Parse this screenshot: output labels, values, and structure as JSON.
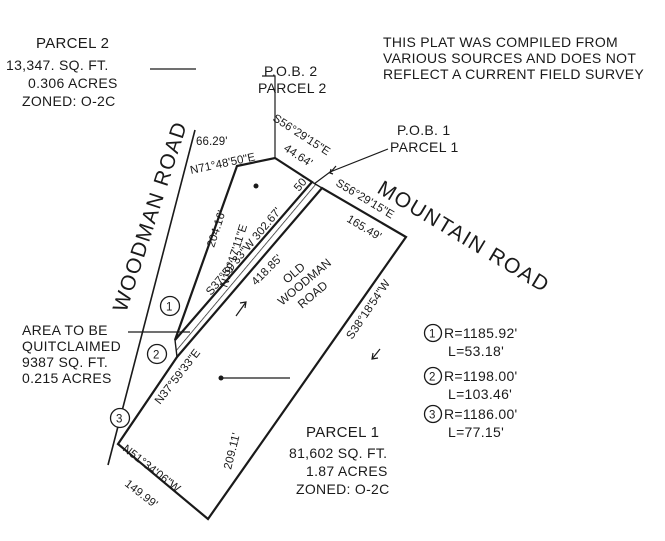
{
  "note": [
    "THIS PLAT WAS COMPILED FROM",
    "VARIOUS SOURCES AND DOES NOT",
    "REFLECT A CURRENT FIELD SURVEY"
  ],
  "parcel2": {
    "title": "PARCEL 2",
    "area": "13,347. SQ. FT.",
    "acres": "0.306 ACRES",
    "zoning": "ZONED: O-2C"
  },
  "parcel1": {
    "title": "PARCEL 1",
    "area": "81,602 SQ. FT.",
    "acres": "1.87 ACRES",
    "zoning": "ZONED: O-2C"
  },
  "pob2": [
    "P.O.B. 2",
    "PARCEL 2"
  ],
  "pob1": [
    "P.O.B. 1",
    "PARCEL 1"
  ],
  "roads": {
    "woodman": "WOODMAN ROAD",
    "mountain": "MOUNTAIN ROAD",
    "old": [
      "OLD",
      "WOODMAN",
      "ROAD"
    ]
  },
  "quitclaim": [
    "AREA TO BE",
    "QUITCLAIMED",
    "9387 SQ. FT.",
    "0.215 ACRES"
  ],
  "bearings": {
    "b1": "66.29'",
    "b2": "N71°48'50\"E",
    "b3": "S56°29'15\"E",
    "b4": "44.64'",
    "b5": "S56°29'15\"E",
    "b6": "165.49'",
    "b7": "204.16'",
    "b8": "N19°17'11\"E",
    "b9": "S37°59'33\"W 302.67'",
    "b10": "50'",
    "b11": "418.85'",
    "b12": "S38°18'54\"W",
    "b13": "N37°59'33\"E",
    "b14": "N51°34'06\"W",
    "b15": "149.99'",
    "b16": "209.11'"
  },
  "curves": [
    {
      "num": "1",
      "r": "R=1185.92'",
      "l": "L=53.18'"
    },
    {
      "num": "2",
      "r": "R=1198.00'",
      "l": "L=103.46'"
    },
    {
      "num": "3",
      "r": "R=1186.00'",
      "l": "L=77.15'"
    }
  ]
}
